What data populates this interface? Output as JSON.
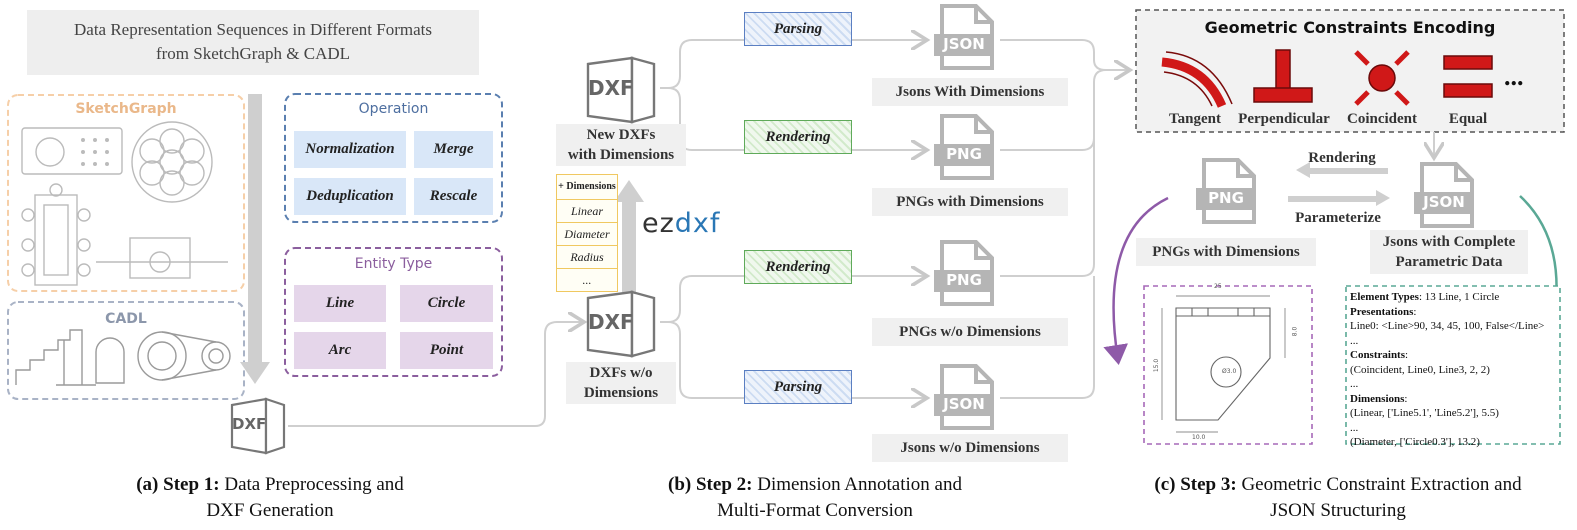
{
  "step1": {
    "header_line1": "Data Representation Sequences in Different Formats",
    "header_line2": "from SketchGraph & CADL",
    "sketchgraph_title": "SketchGraph",
    "cadl_title": "CADL",
    "operation_title": "Operation",
    "operations": [
      "Normalization",
      "Merge",
      "Deduplication",
      "Rescale"
    ],
    "entity_title": "Entity Type",
    "entities": [
      "Line",
      "Circle",
      "Arc",
      "Point"
    ],
    "dxf_icon": "DXF",
    "caption_bold": "(a) Step 1:",
    "caption_rest": " Data Preprocessing and",
    "caption_line2": "DXF Generation"
  },
  "step2": {
    "new_dxf_line1": "New DXFs",
    "new_dxf_line2": "with Dimensions",
    "dxf_wo_line1": "DXFs w/o",
    "dxf_wo_line2": "Dimensions",
    "dxf_icon": "DXF",
    "ezdxf_prefix": "ez",
    "ezdxf_suffix": "dxf",
    "dim_table": [
      "+ Dimensions",
      "Linear",
      "Diameter",
      "Radius",
      "..."
    ],
    "tags": [
      "Parsing",
      "Rendering",
      "Rendering",
      "Parsing"
    ],
    "outputs": [
      "Jsons With Dimensions",
      "PNGs with Dimensions",
      "PNGs w/o Dimensions",
      "Jsons w/o Dimensions"
    ],
    "file_icons": [
      "JSON",
      "PNG",
      "PNG",
      "JSON"
    ],
    "caption_bold": "(b) Step 2:",
    "caption_rest": " Dimension Annotation and",
    "caption_line2": "Multi-Format Conversion"
  },
  "step3": {
    "encoding_title": "Geometric Constraints Encoding",
    "constraints": [
      "Tangent",
      "Perpendicular",
      "Coincident",
      "Equal"
    ],
    "ellipsis": "...",
    "rendering_label": "Rendering",
    "parameterize_label": "Parameterize",
    "png_icon": "PNG",
    "json_icon": "JSON",
    "png_label": "PNGs with Dimensions",
    "json_label_line1": "Jsons with Complete",
    "json_label_line2": "Parametric Data",
    "drawing_dims": [
      "25",
      "15.0",
      "8.0",
      "10.0",
      "Ø3.0"
    ],
    "json_lines": [
      {
        "b": "Element Types",
        "t": ": 13 Line, 1 Circle"
      },
      {
        "b": "Presentations",
        "t": ":"
      },
      {
        "b": "",
        "t": "Line0: <Line>90, 34, 45, 100, False</Line>"
      },
      {
        "b": "",
        "t": "..."
      },
      {
        "b": "Constraints",
        "t": ":"
      },
      {
        "b": "",
        "t": "(Coincident, Line0, Line3, 2, 2)"
      },
      {
        "b": "",
        "t": "..."
      },
      {
        "b": "Dimensions",
        "t": ":"
      },
      {
        "b": "",
        "t": "(Linear, ['Line5.1', 'Line5.2'], 5.5)"
      },
      {
        "b": "",
        "t": "..."
      },
      {
        "b": "",
        "t": "(Diameter, ['Circle0.3'], 13.2)"
      }
    ],
    "caption_bold": "(c) Step 3:",
    "caption_rest": " Geometric Constraint Extraction and",
    "caption_line2": "JSON Structuring"
  },
  "colors": {
    "sketchgraph_border": "#f6cfa8",
    "cadl_border": "#a9b3c6",
    "operation_border": "#5a7fb0",
    "entity_border": "#8b5e9e",
    "parsing_border": "#5b7fc2",
    "rendering_border": "#5faa5a",
    "arrow_gray": "#cfcfcf",
    "constraint_red": "#d01818",
    "purple_arrow": "#8e5aa8",
    "teal_arrow": "#5aa895"
  }
}
